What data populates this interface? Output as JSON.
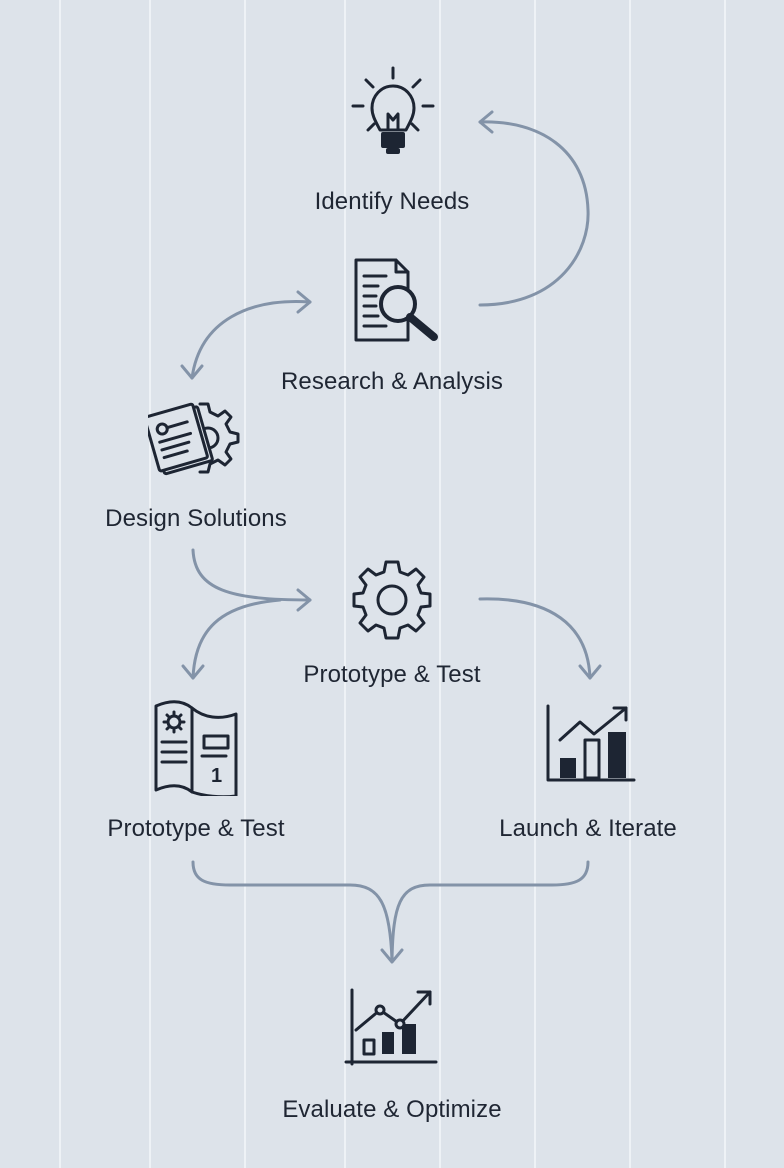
{
  "colors": {
    "background": "#dde3ea",
    "stripe": "#eef2f6",
    "icon": "#1d2533",
    "text": "#1f2633",
    "connector": "#8393a8"
  },
  "steps": [
    {
      "id": "identify",
      "label": "Identify Needs",
      "icon": "lightbulb-icon"
    },
    {
      "id": "research",
      "label": "Research & Analysis",
      "icon": "document-search-icon"
    },
    {
      "id": "design",
      "label": "Design Solutions",
      "icon": "blueprint-gear-icon"
    },
    {
      "id": "prototype",
      "label": "Prototype & Test",
      "icon": "gear-icon"
    },
    {
      "id": "prototype-2",
      "label": "Prototype & Test",
      "icon": "folded-plan-icon"
    },
    {
      "id": "launch",
      "label": "Launch & Iterate",
      "icon": "bar-chart-trend-icon"
    },
    {
      "id": "evaluate",
      "label": "Evaluate & Optimize",
      "icon": "line-bar-chart-icon"
    }
  ]
}
